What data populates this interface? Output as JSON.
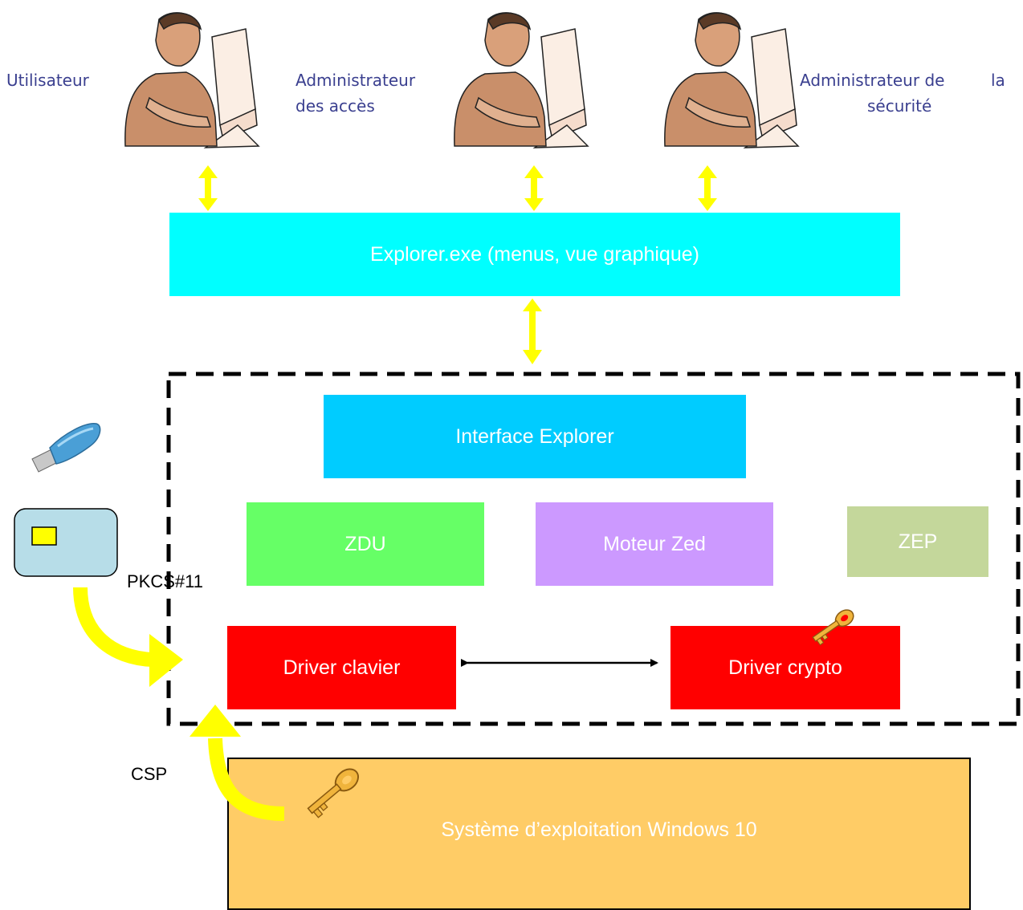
{
  "roles": {
    "user": "Utilisateur",
    "access_admin_line1": "Administrateur",
    "access_admin_line2": "des accès",
    "security_admin_line1a": "Administrateur de",
    "security_admin_line1b": "la",
    "security_admin_line2": "sécurité"
  },
  "boxes": {
    "explorer_exe": "Explorer.exe  (menus, vue graphique)",
    "interface_explorer": "Interface Explorer",
    "zdu": "ZDU",
    "moteur_zed": "Moteur Zed",
    "zep": "ZEP",
    "driver_clavier": "Driver clavier",
    "driver_crypto": "Driver crypto",
    "windows": "Système d’exploitation Windows 10"
  },
  "labels": {
    "pkcs": "PKCS#11",
    "csp": "CSP"
  },
  "colors": {
    "explorer_exe": "#00ffff",
    "interface_explorer": "#00ccff",
    "zdu": "#66ff66",
    "moteur_zed": "#cc99ff",
    "zep": "#c4d79b",
    "driver": "#ff0000",
    "windows": "#ffcc66",
    "arrow_yellow": "#ffff00",
    "role_text": "#3a3f8f"
  }
}
